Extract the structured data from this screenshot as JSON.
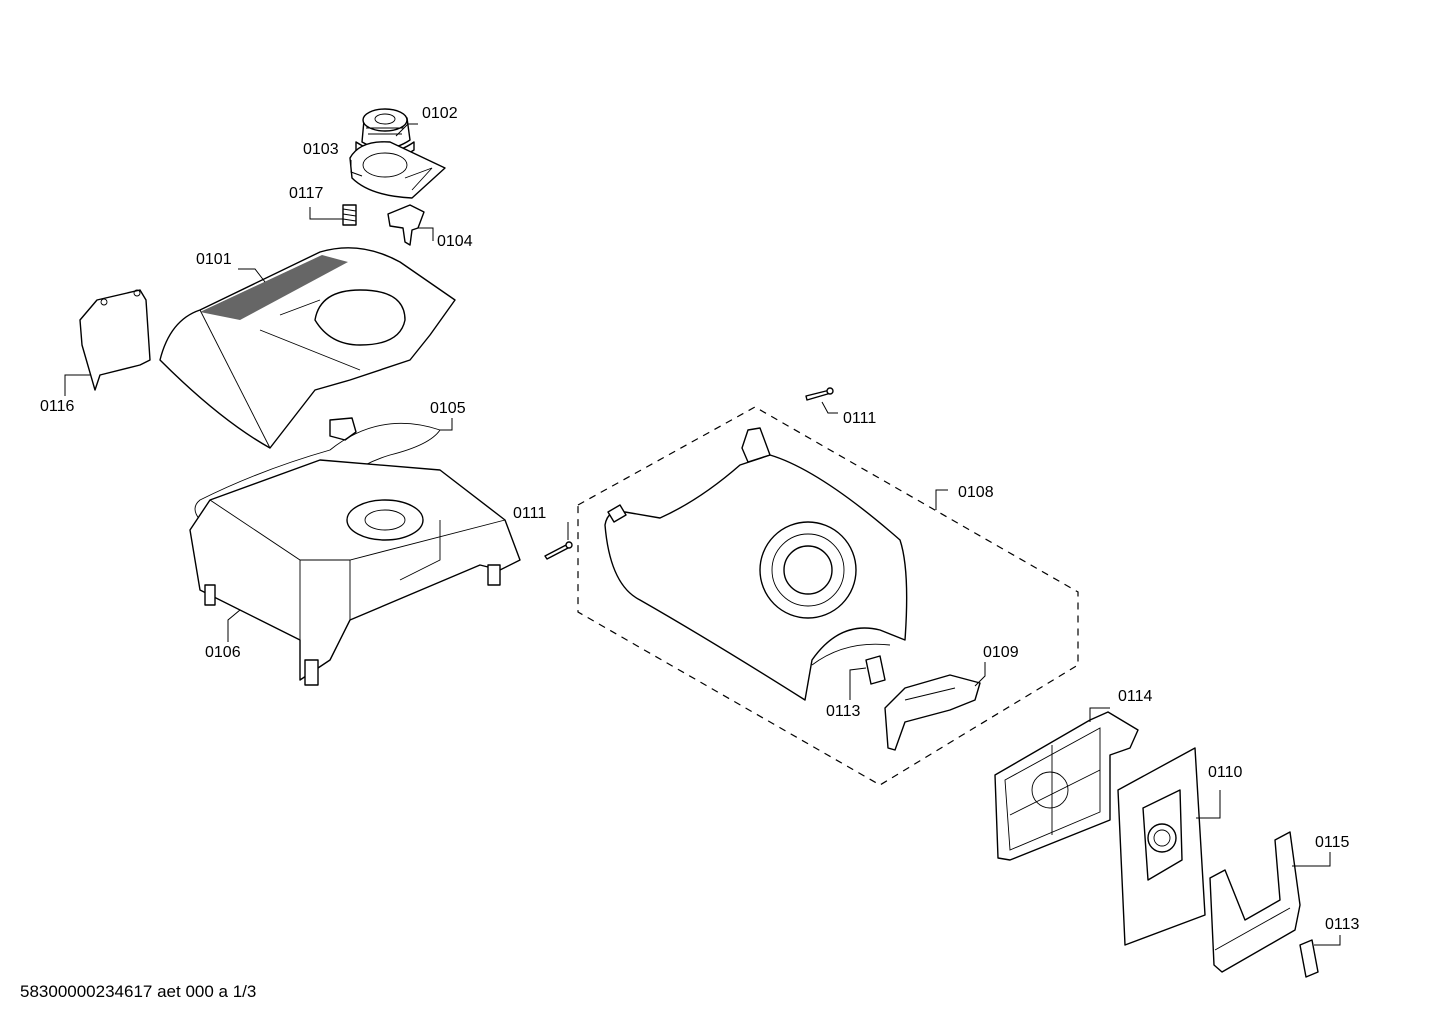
{
  "diagram": {
    "labels": {
      "p0101": "0101",
      "p0102": "0102",
      "p0103": "0103",
      "p0104": "0104",
      "p0105": "0105",
      "p0106": "0106",
      "p0108": "0108",
      "p0109": "0109",
      "p0110": "0110",
      "p0111a": "0111",
      "p0111b": "0111",
      "p0113a": "0113",
      "p0113b": "0113",
      "p0114": "0114",
      "p0115": "0115",
      "p0116": "0116",
      "p0117": "0117"
    },
    "footer": "58300000234617 aet 000 a 1/3"
  }
}
